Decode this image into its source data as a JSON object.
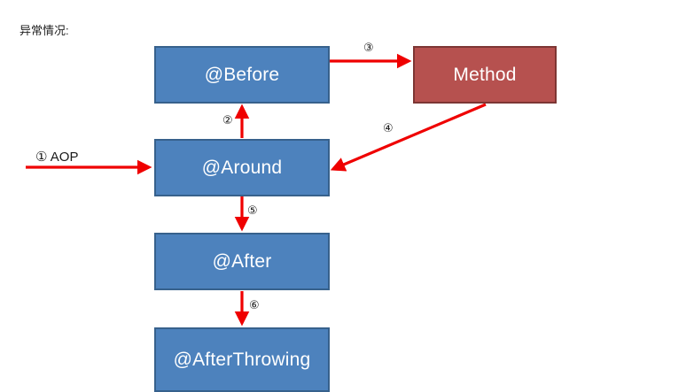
{
  "diagram": {
    "caption": "异常情况:",
    "type": "flowchart",
    "colors": {
      "node_blue_fill": "#4d82bd",
      "node_blue_border": "#37618c",
      "node_red_fill": "#b6514f",
      "node_red_border": "#7d3634",
      "arrow": "#ef0000",
      "text_light": "#ffffff",
      "text_dark": "#1a1a1a",
      "background": "#ffffff"
    },
    "nodes": [
      {
        "id": "before",
        "label": "@Before",
        "style": "blue"
      },
      {
        "id": "method",
        "label": "Method",
        "style": "red"
      },
      {
        "id": "around",
        "label": "@Around",
        "style": "blue"
      },
      {
        "id": "after",
        "label": "@After",
        "style": "blue"
      },
      {
        "id": "throwing",
        "label": "@AfterThrowing",
        "style": "blue"
      }
    ],
    "edges": [
      {
        "id": "e1",
        "label": "① AOP",
        "from": "entry",
        "to": "around",
        "order": "①"
      },
      {
        "id": "e2",
        "label": "②",
        "from": "around",
        "to": "before",
        "order": "②"
      },
      {
        "id": "e3",
        "label": "③",
        "from": "before",
        "to": "method",
        "order": "③"
      },
      {
        "id": "e4",
        "label": "④",
        "from": "method",
        "to": "around",
        "order": "④"
      },
      {
        "id": "e5",
        "label": "⑤",
        "from": "around",
        "to": "after",
        "order": "⑤"
      },
      {
        "id": "e6",
        "label": "⑥",
        "from": "after",
        "to": "throwing",
        "order": "⑥"
      }
    ]
  }
}
